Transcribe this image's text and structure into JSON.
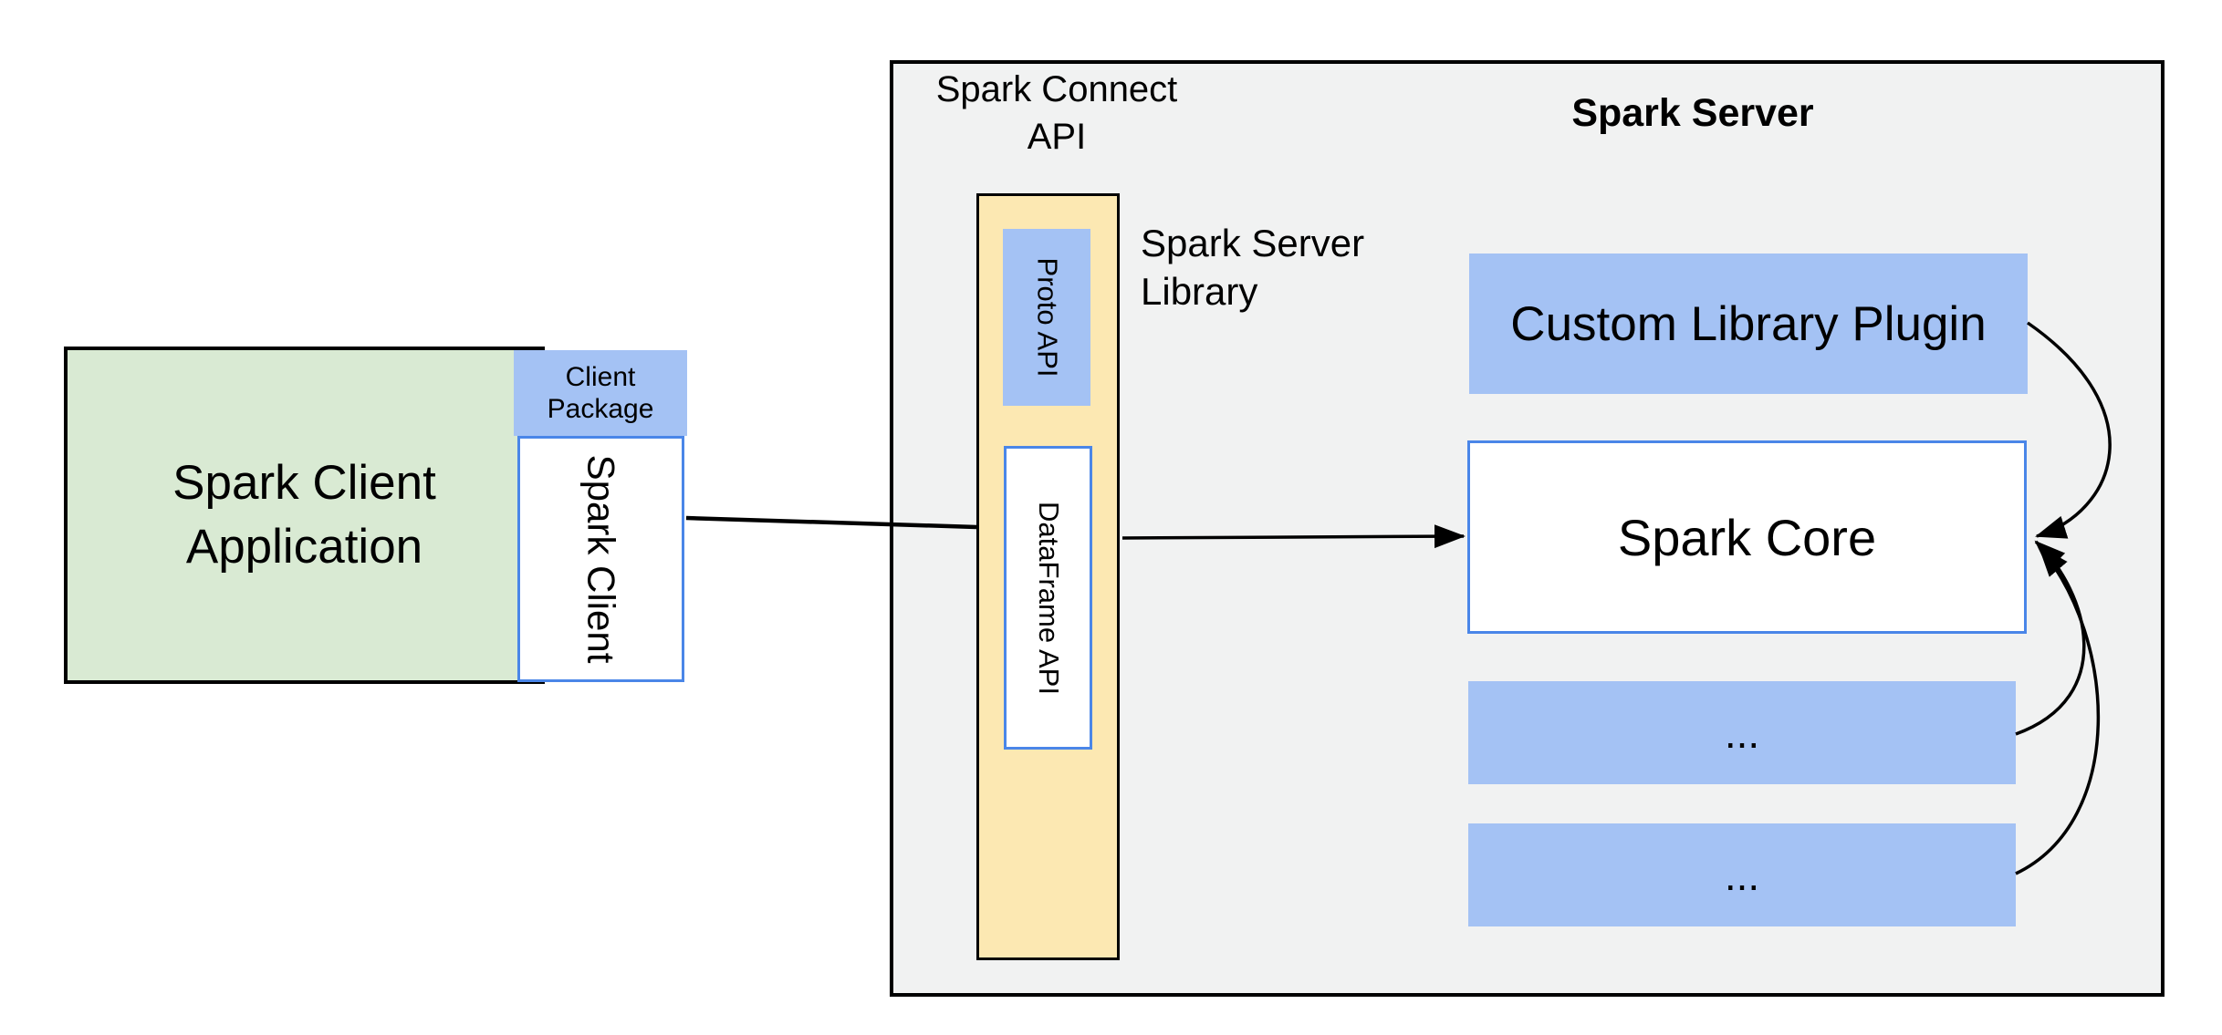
{
  "colors": {
    "canvas_bg": "#ffffff",
    "green_fill": "#d9ead3",
    "blue_fill": "#a4c2f4",
    "yellow_fill": "#fce8b2",
    "gray_fill": "#f1f2f2",
    "blue_border": "#4a86e8",
    "line_black": "#000000"
  },
  "client": {
    "app_lines": [
      "Spark Client",
      "Application"
    ],
    "package_lines": [
      "Client",
      "Package"
    ],
    "spark_client_label": "Spark Client"
  },
  "connect": {
    "title_lines": [
      "Spark Connect",
      "API"
    ],
    "proto_api_label": "Proto API",
    "dataframe_api_label": "DataFrame API",
    "server_library_lines": [
      "Spark Server",
      "Library"
    ]
  },
  "server": {
    "title": "Spark Server",
    "custom_plugin_label": "Custom Library Plugin",
    "core_label": "Spark Core",
    "more_boxes": [
      "...",
      "..."
    ]
  }
}
